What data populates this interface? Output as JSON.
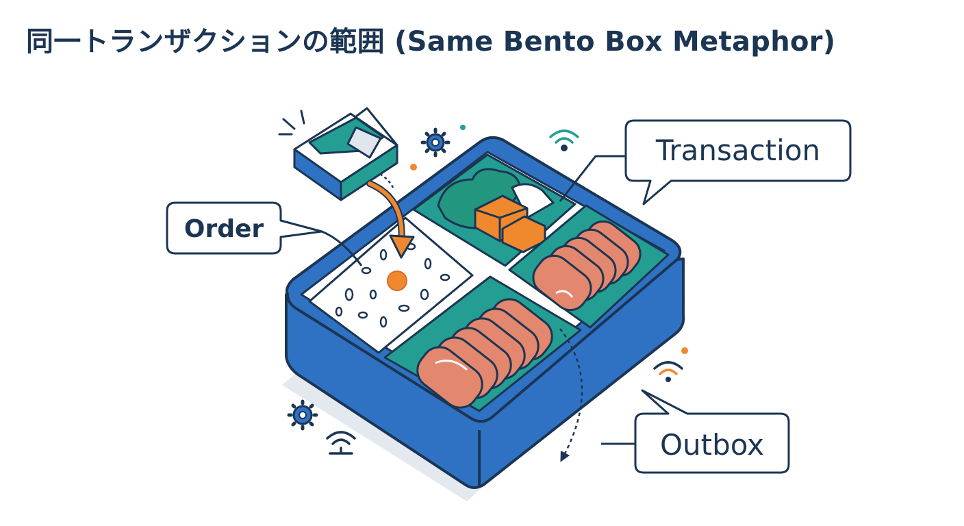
{
  "title": "同一トランザクションの範囲 (Same Bento Box Metaphor)",
  "callouts": {
    "order": "Order",
    "transaction": "Transaction",
    "outbox": "Outbox"
  },
  "colors": {
    "ink": "#1b3553",
    "box_blue": "#2f72c4",
    "box_dark": "#255fb0",
    "teal": "#249e93",
    "orange": "#f0892d",
    "meat": "#e3876e",
    "shadow": "#e4e9f0"
  },
  "icons": [
    "envelope-icon",
    "gear-icon",
    "wifi-icon",
    "arrow-icon",
    "sparkle-icon"
  ]
}
